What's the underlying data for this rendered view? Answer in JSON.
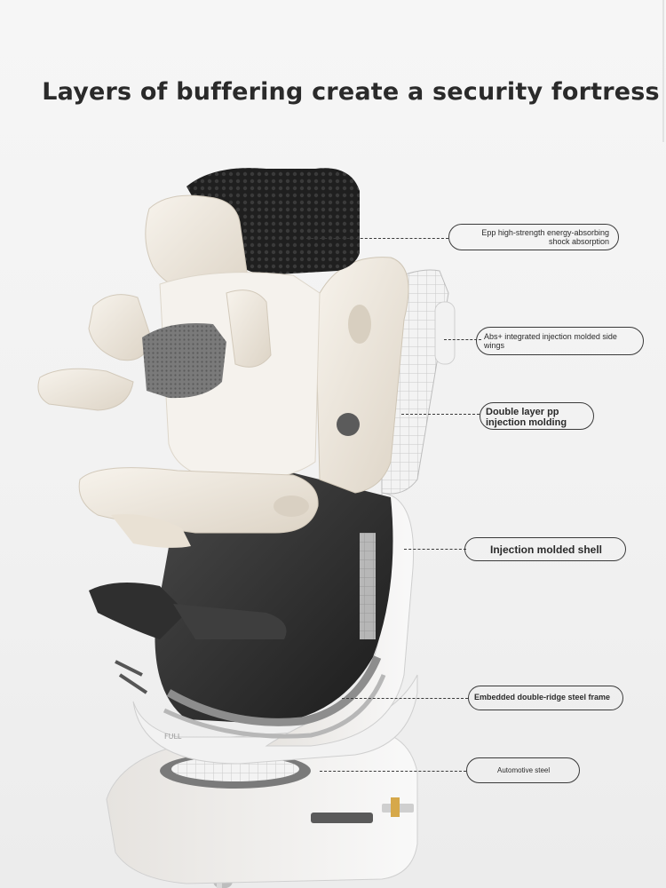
{
  "title": "Layers of buffering create a security fortress",
  "callouts": {
    "epp": {
      "line1": "Epp high-strength energy-absorbing",
      "line2": "shock absorption"
    },
    "abs": {
      "line1": "Abs+ integrated injection molded side",
      "line2": "wings"
    },
    "pp": {
      "line1": "Double layer pp",
      "line2": "injection molding"
    },
    "shell": {
      "line1": "Injection molded shell"
    },
    "frame": {
      "line1": "Embedded double-ridge steel frame"
    },
    "steel": {
      "line1": "Automotive steel"
    }
  },
  "colors": {
    "title": "#2a2a2a",
    "cream": "#efe8dc",
    "black_headrest": "#1f1f1f",
    "dark_frame": "#3b3b3b",
    "base": "#f4f4f4",
    "accent": "#d6a84a"
  }
}
